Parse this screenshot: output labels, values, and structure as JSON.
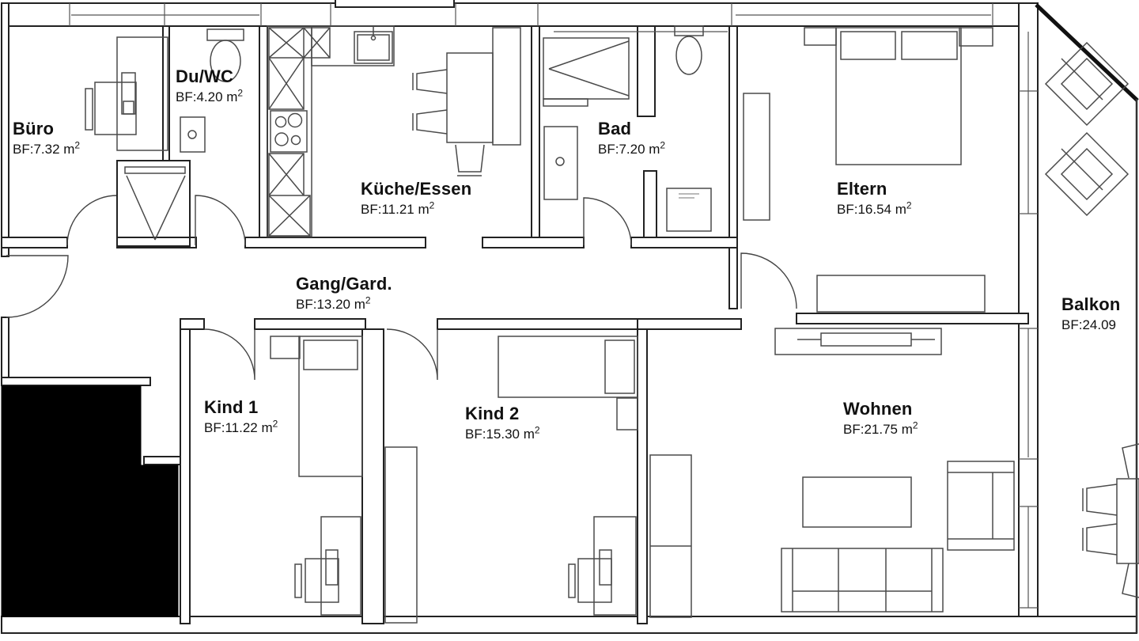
{
  "type": "apartment-floor-plan",
  "rooms": [
    {
      "id": "buero",
      "name": "Büro",
      "area": "BF:7.32 m²"
    },
    {
      "id": "duwc",
      "name": "Du/WC",
      "area": "BF:4.20 m²"
    },
    {
      "id": "kueche",
      "name": "Küche/Essen",
      "area": "BF:11.21 m²"
    },
    {
      "id": "bad",
      "name": "Bad",
      "area": "BF:7.20 m²"
    },
    {
      "id": "eltern",
      "name": "Eltern",
      "area": "BF:16.54 m²"
    },
    {
      "id": "gang",
      "name": "Gang/Gard.",
      "area": "BF:13.20 m²"
    },
    {
      "id": "kind1",
      "name": "Kind 1",
      "area": "BF:11.22 m²"
    },
    {
      "id": "kind2",
      "name": "Kind 2",
      "area": "BF:15.30 m²"
    },
    {
      "id": "wohnen",
      "name": "Wohnen",
      "area": "BF:21.75 m²"
    },
    {
      "id": "balkon",
      "name": "Balkon",
      "area": "BF:24.09"
    }
  ],
  "colors": {
    "background": "#ffffff",
    "wall_line": "#222222",
    "furniture_line": "#4a4a4a",
    "solid_fill": "#000000"
  }
}
